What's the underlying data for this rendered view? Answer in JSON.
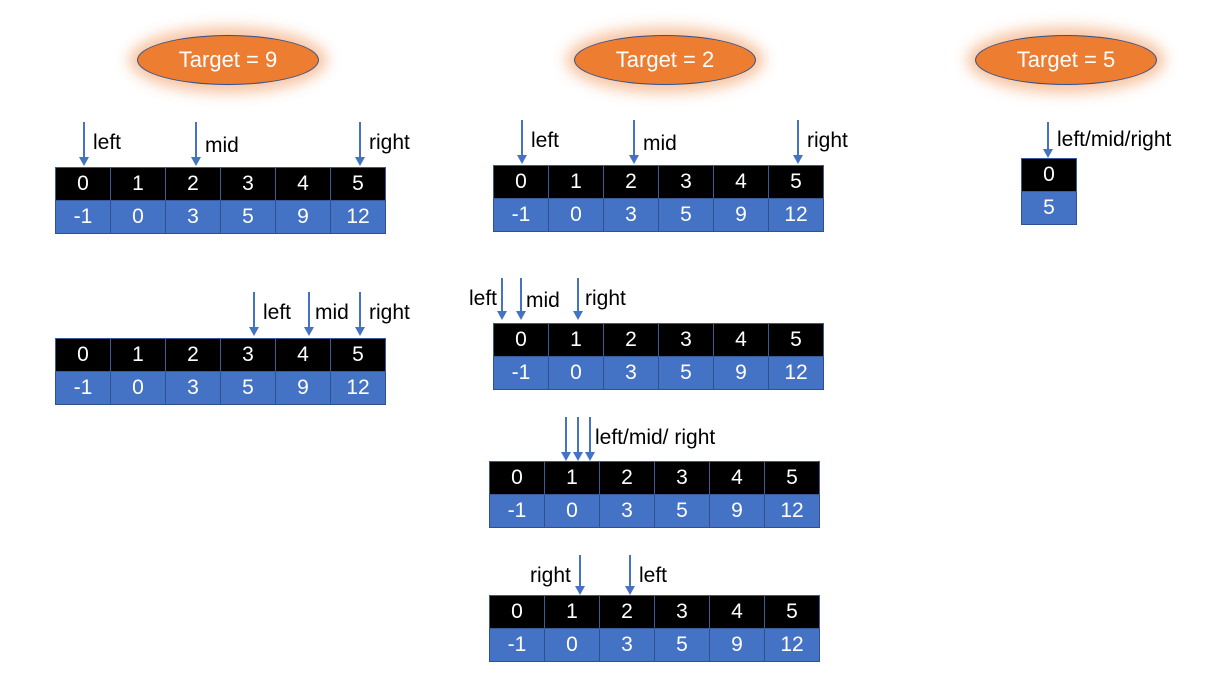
{
  "targets": [
    "Target = 9",
    "Target = 2",
    "Target = 5"
  ],
  "pointers": {
    "left": "left",
    "mid": "mid",
    "right": "right",
    "left_mid_right": "left/mid/right",
    "left_mid_right_spaced": "left/mid/ right"
  },
  "array": {
    "indices": [
      "0",
      "1",
      "2",
      "3",
      "4",
      "5"
    ],
    "values": [
      "-1",
      "0",
      "3",
      "5",
      "9",
      "12"
    ]
  },
  "single": {
    "index": "0",
    "value": "5"
  },
  "colors": {
    "oval": "#ed7d31",
    "index_row": "#000000",
    "value_row": "#4472c4",
    "arrow": "#4472c4"
  }
}
